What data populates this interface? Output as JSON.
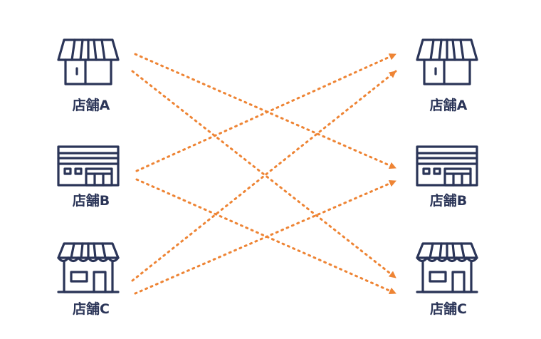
{
  "colors": {
    "store_stroke": "#2b3558",
    "arrow": "#ee8434",
    "background": "#ffffff"
  },
  "stores_left": [
    {
      "label": "店舗A",
      "icon": "store-awning-icon"
    },
    {
      "label": "店舗B",
      "icon": "store-flat-roof-icon"
    },
    {
      "label": "店舗C",
      "icon": "store-scalloped-awning-icon"
    }
  ],
  "stores_right": [
    {
      "label": "店舗A",
      "icon": "store-awning-icon"
    },
    {
      "label": "店舗B",
      "icon": "store-flat-roof-icon"
    },
    {
      "label": "店舗C",
      "icon": "store-scalloped-awning-icon"
    }
  ],
  "connections": [
    {
      "from": "店舗A",
      "to": "店舗B"
    },
    {
      "from": "店舗A",
      "to": "店舗C"
    },
    {
      "from": "店舗B",
      "to": "店舗A"
    },
    {
      "from": "店舗B",
      "to": "店舗C"
    },
    {
      "from": "店舗C",
      "to": "店舗A"
    },
    {
      "from": "店舗C",
      "to": "店舗B"
    }
  ]
}
